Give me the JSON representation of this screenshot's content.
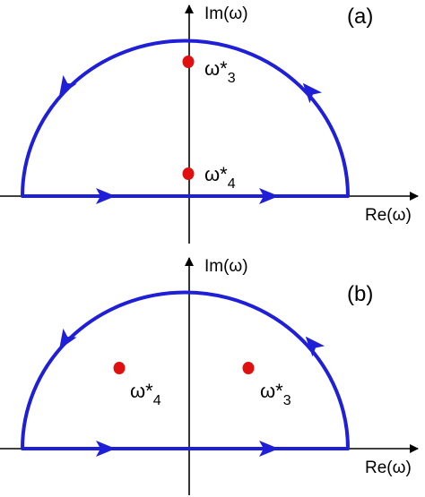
{
  "colors": {
    "contour": "#1f1fd8",
    "pole": "#e01010",
    "axis": "#000000"
  },
  "panels": [
    {
      "label": "(a)",
      "axis_labels": {
        "imag": "Im(ω)",
        "real": "Re(ω)"
      },
      "poles": [
        {
          "symbol": "ω*",
          "subscript": "3"
        },
        {
          "symbol": "ω*",
          "subscript": "4"
        }
      ]
    },
    {
      "label": "(b)",
      "axis_labels": {
        "imag": "Im(ω)",
        "real": "Re(ω)"
      },
      "poles": [
        {
          "symbol": "ω*",
          "subscript": "4"
        },
        {
          "symbol": "ω*",
          "subscript": "3"
        }
      ]
    }
  ]
}
